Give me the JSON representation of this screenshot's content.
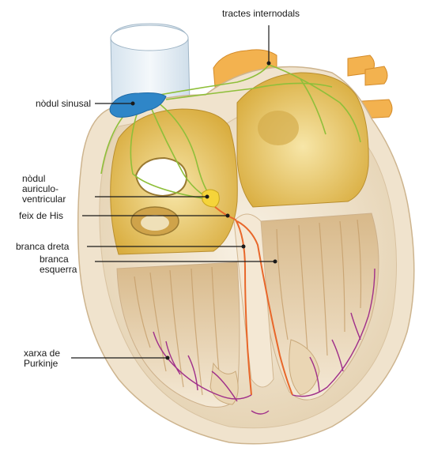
{
  "labels": {
    "tractes_internodals": "tractes internodals",
    "nodul_sinusal": "nòdul sinusal",
    "nodul_av": [
      "nòdul",
      "auriculo-",
      "ventricular"
    ],
    "feix_his": "feix de His",
    "branca_dreta": "branca dreta",
    "branca_esquerra": [
      "branca",
      "esquerra"
    ],
    "xarxa_purkinje": [
      "xarxa de",
      "Purkinje"
    ]
  },
  "colors": {
    "sinus_node": "#2f86c8",
    "internodal_tracts": "#8fbf3a",
    "his_bundle": "#e8672a",
    "purkinje": "#a0308a",
    "atrium": "#e6c45a",
    "myocardium": "#eaddc8",
    "aorta": "#f5a94a",
    "vena_cava": "#e4eef5"
  }
}
